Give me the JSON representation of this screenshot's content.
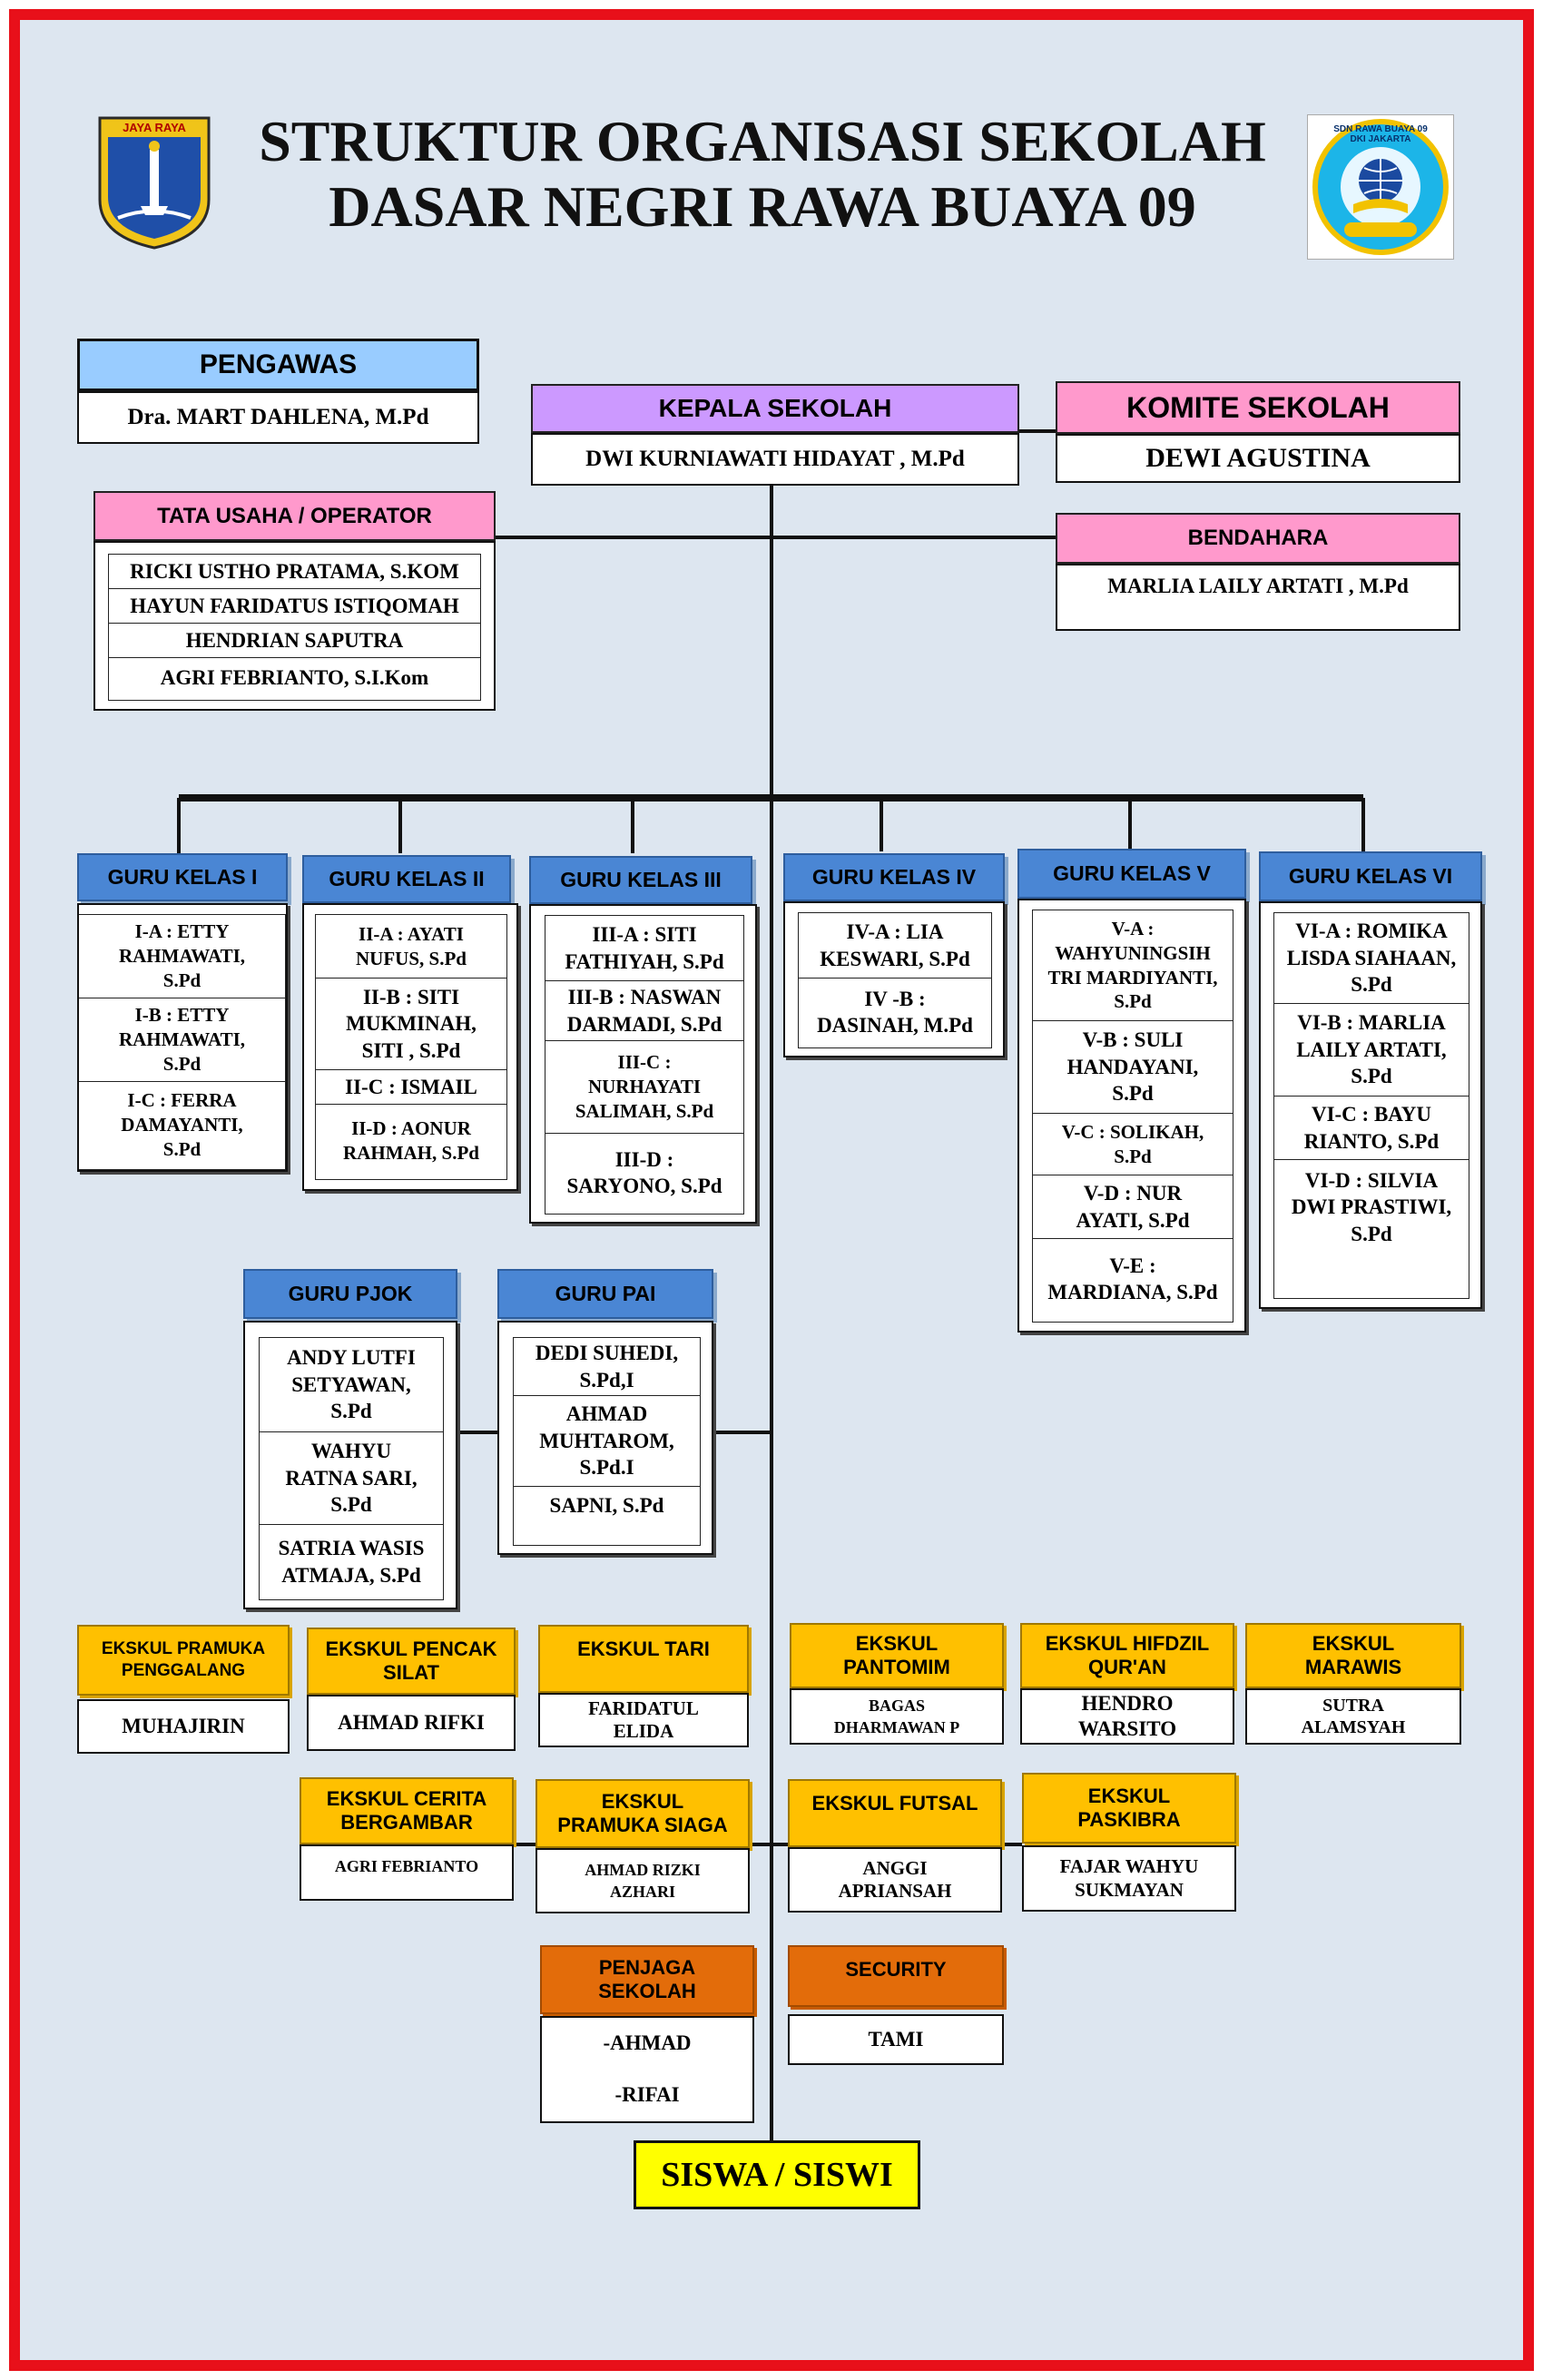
{
  "title_line1": "STRUKTUR ORGANISASI SEKOLAH",
  "title_line2": "DASAR NEGRI RAWA BUAYA 09",
  "logo_left_text": "JAYA RAYA",
  "logo_right_text": "SDN RAWA BUAYA 09 DKI JAKARTA",
  "pengawas": {
    "label": "PENGAWAS",
    "name": "Dra. MART DAHLENA, M.Pd"
  },
  "kepala": {
    "label": "KEPALA  SEKOLAH",
    "name": "DWI KURNIAWATI HIDAYAT , M.Pd"
  },
  "komite": {
    "label": "KOMITE SEKOLAH",
    "name": "DEWI AGUSTINA"
  },
  "tata_usaha": {
    "label": "TATA USAHA / OPERATOR",
    "names": [
      "RICKI USTHO PRATAMA, S.KOM",
      "HAYUN FARIDATUS ISTIQOMAH",
      "HENDRIAN SAPUTRA",
      "AGRI FEBRIANTO, S.I.Kom"
    ]
  },
  "bendahara": {
    "label": "BENDAHARA",
    "name": "MARLIA LAILY ARTATI , M.Pd"
  },
  "guru_kelas": [
    {
      "label": "GURU KELAS I",
      "rows": [
        "I-A : ETTY\nRAHMAWATI,\nS.Pd",
        "I-B : ETTY\nRAHMAWATI,\nS.Pd",
        "I-C : FERRA\nDAMAYANTI,\nS.Pd"
      ]
    },
    {
      "label": "GURU KELAS II",
      "rows": [
        "II-A : AYATI\nNUFUS, S.Pd",
        "II-B : SITI\nMUKMINAH,\nSITI , S.Pd",
        "II-C : ISMAIL",
        "II-D : AONUR\nRAHMAH, S.Pd"
      ]
    },
    {
      "label": "GURU KELAS III",
      "rows": [
        "III-A : SITI\nFATHIYAH, S.Pd",
        "III-B : NASWAN\nDARMADI, S.Pd",
        "III-C :\nNURHAYATI\nSALIMAH, S.Pd",
        "III-D :\nSARYONO, S.Pd"
      ]
    },
    {
      "label": "GURU KELAS IV",
      "rows": [
        "IV-A : LIA\nKESWARI, S.Pd",
        "IV -B :\nDASINAH, M.Pd"
      ]
    },
    {
      "label": "GURU KELAS V",
      "rows": [
        "V-A :\nWAHYUNINGSIH\nTRI MARDIYANTI,\nS.Pd",
        "V-B : SULI\nHANDAYANI,\nS.Pd",
        "V-C : SOLIKAH,\nS.Pd",
        "V-D : NUR\nAYATI, S.Pd",
        "V-E :\nMARDIANA, S.Pd"
      ]
    },
    {
      "label": "GURU KELAS VI",
      "rows": [
        "VI-A : ROMIKA\nLISDA SIAHAAN,\nS.Pd",
        "VI-B : MARLIA\nLAILY ARTATI,\nS.Pd",
        "VI-C : BAYU\nRIANTO, S.Pd",
        "VI-D : SILVIA\nDWI PRASTIWI,\nS.Pd"
      ]
    }
  ],
  "guru_pjok": {
    "label": "GURU PJOK",
    "rows": [
      "ANDY LUTFI\nSETYAWAN,\nS.Pd",
      "WAHYU\nRATNA SARI,\nS.Pd",
      "SATRIA WASIS\nATMAJA, S.Pd"
    ]
  },
  "guru_pai": {
    "label": "GURU PAI",
    "rows": [
      "DEDI SUHEDI,\nS.Pd,I",
      "AHMAD\nMUHTAROM,\nS.Pd.I",
      "SAPNI, S.Pd"
    ]
  },
  "ekskul": [
    {
      "label": "EKSKUL PRAMUKA\nPENGGALANG",
      "name": "MUHAJIRIN"
    },
    {
      "label": "EKSKUL PENCAK\nSILAT",
      "name": "AHMAD RIFKI"
    },
    {
      "label": "EKSKUL TARI",
      "name": "FARIDATUL\nELIDA"
    },
    {
      "label": "EKSKUL\nPANTOMIM",
      "name": "BAGAS\nDHARMAWAN P"
    },
    {
      "label": "EKSKUL HIFDZIL\nQUR'AN",
      "name": "HENDRO\nWARSITO"
    },
    {
      "label": "EKSKUL\nMARAWIS",
      "name": "SUTRA\nALAMSYAH"
    },
    {
      "label": "EKSKUL CERITA\nBERGAMBAR",
      "name": "AGRI FEBRIANTO"
    },
    {
      "label": "EKSKUL\nPRAMUKA SIAGA",
      "name": "AHMAD RIZKI\nAZHARI"
    },
    {
      "label": "EKSKUL FUTSAL",
      "name": "ANGGI\nAPRIANSAH"
    },
    {
      "label": "EKSKUL\nPASKIBRA",
      "name": "FAJAR WAHYU\nSUKMAYAN"
    }
  ],
  "penjaga": {
    "label": "PENJAGA\nSEKOLAH",
    "name": "-AHMAD\n\n-RIFAI"
  },
  "security": {
    "label": "SECURITY",
    "name": "TAMI"
  },
  "siswa": "SISWA / SISWI",
  "colors": {
    "frame": "#e8101a",
    "background": "#dde6f0",
    "guru": "#4a86d4",
    "ekskul": "#ffc000",
    "staff": "#e36c0a",
    "siswa": "#ffff00"
  }
}
